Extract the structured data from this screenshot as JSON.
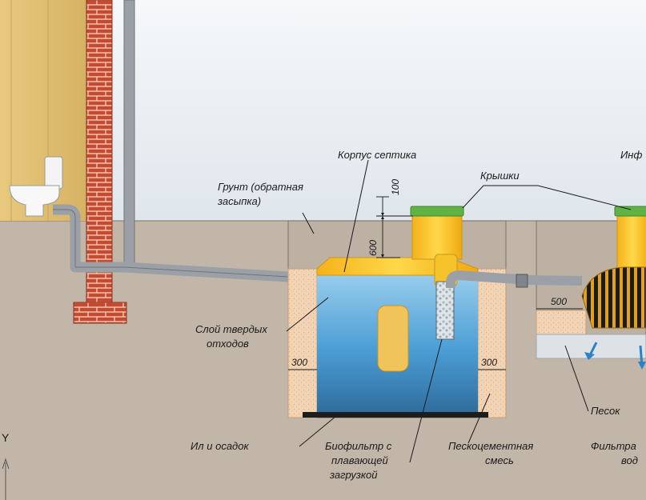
{
  "labels": {
    "septic_body": "Корпус септика",
    "soil_line1": "Грунт (обратная",
    "soil_line2": "засыпка)",
    "lids": "Крышки",
    "solid_waste_line1": "Слой твердых",
    "solid_waste_line2": "отходов",
    "sludge": "Ил и осадок",
    "biofilter_line1": "Биофильтр с",
    "biofilter_line2": "плавающей",
    "biofilter_line3": "загрузкой",
    "sand_cement_line1": "Пескоцементная",
    "sand_cement_line2": "смесь",
    "sand": "Песок",
    "filter_line1": "Фильтра",
    "filter_line2": "вод",
    "infiltrator_partial": "Инф",
    "axis_y": "Y"
  },
  "dimensions": {
    "lid_height": "100",
    "depth": "600",
    "left_wall": "300",
    "right_wall": "300",
    "infiltrator_offset": "500"
  },
  "colors": {
    "sky": "#e9eef2",
    "ground": "#c2b6a9",
    "backfill": "#bdb1a4",
    "sand_cement": "#f2d3b3",
    "tank_water": "#5aa7d8",
    "tank_yellow": "#f7c520",
    "lid_green": "#5fb243",
    "pipe": "#9aa0a6",
    "brick": "#c0462e",
    "wall_wood": "#e3c174",
    "sludge": "#1d1d1d",
    "gravel": "#c8ccd0"
  }
}
